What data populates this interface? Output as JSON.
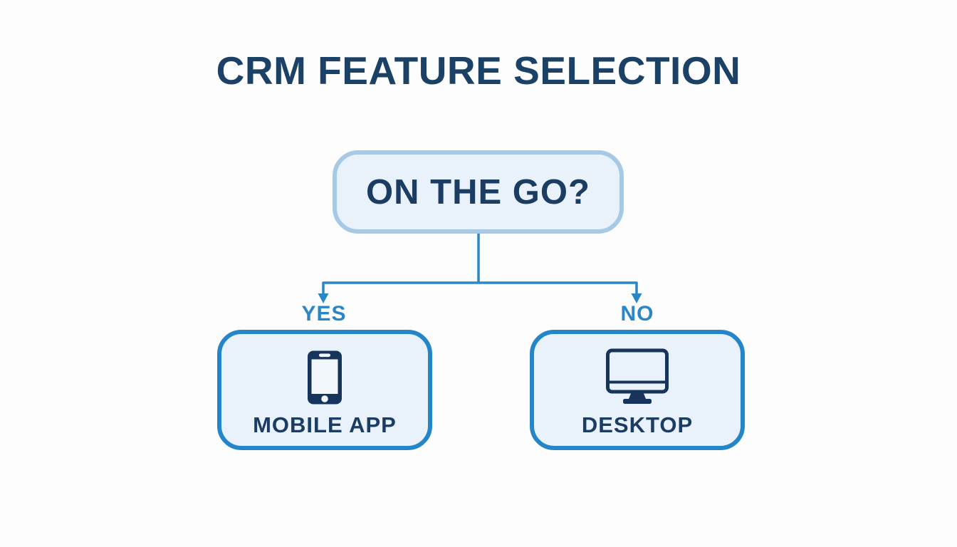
{
  "page": {
    "title": "CRM FEATURE SELECTION"
  },
  "flowchart": {
    "decision": {
      "label": "ON THE GO?"
    },
    "branches": [
      {
        "answer": "YES",
        "result": "MOBILE APP",
        "icon": "smartphone-icon"
      },
      {
        "answer": "NO",
        "result": "DESKTOP",
        "icon": "desktop-monitor-icon"
      }
    ],
    "colors": {
      "title_text": "#1c4166",
      "node_text": "#1b3c63",
      "node_fill": "#e9f2fa",
      "decision_border": "#a6c9e6",
      "result_border": "#2486c8",
      "connector_blue": "#2a86c6",
      "icon_navy": "#16345c",
      "background": "#fdfdfe"
    }
  }
}
